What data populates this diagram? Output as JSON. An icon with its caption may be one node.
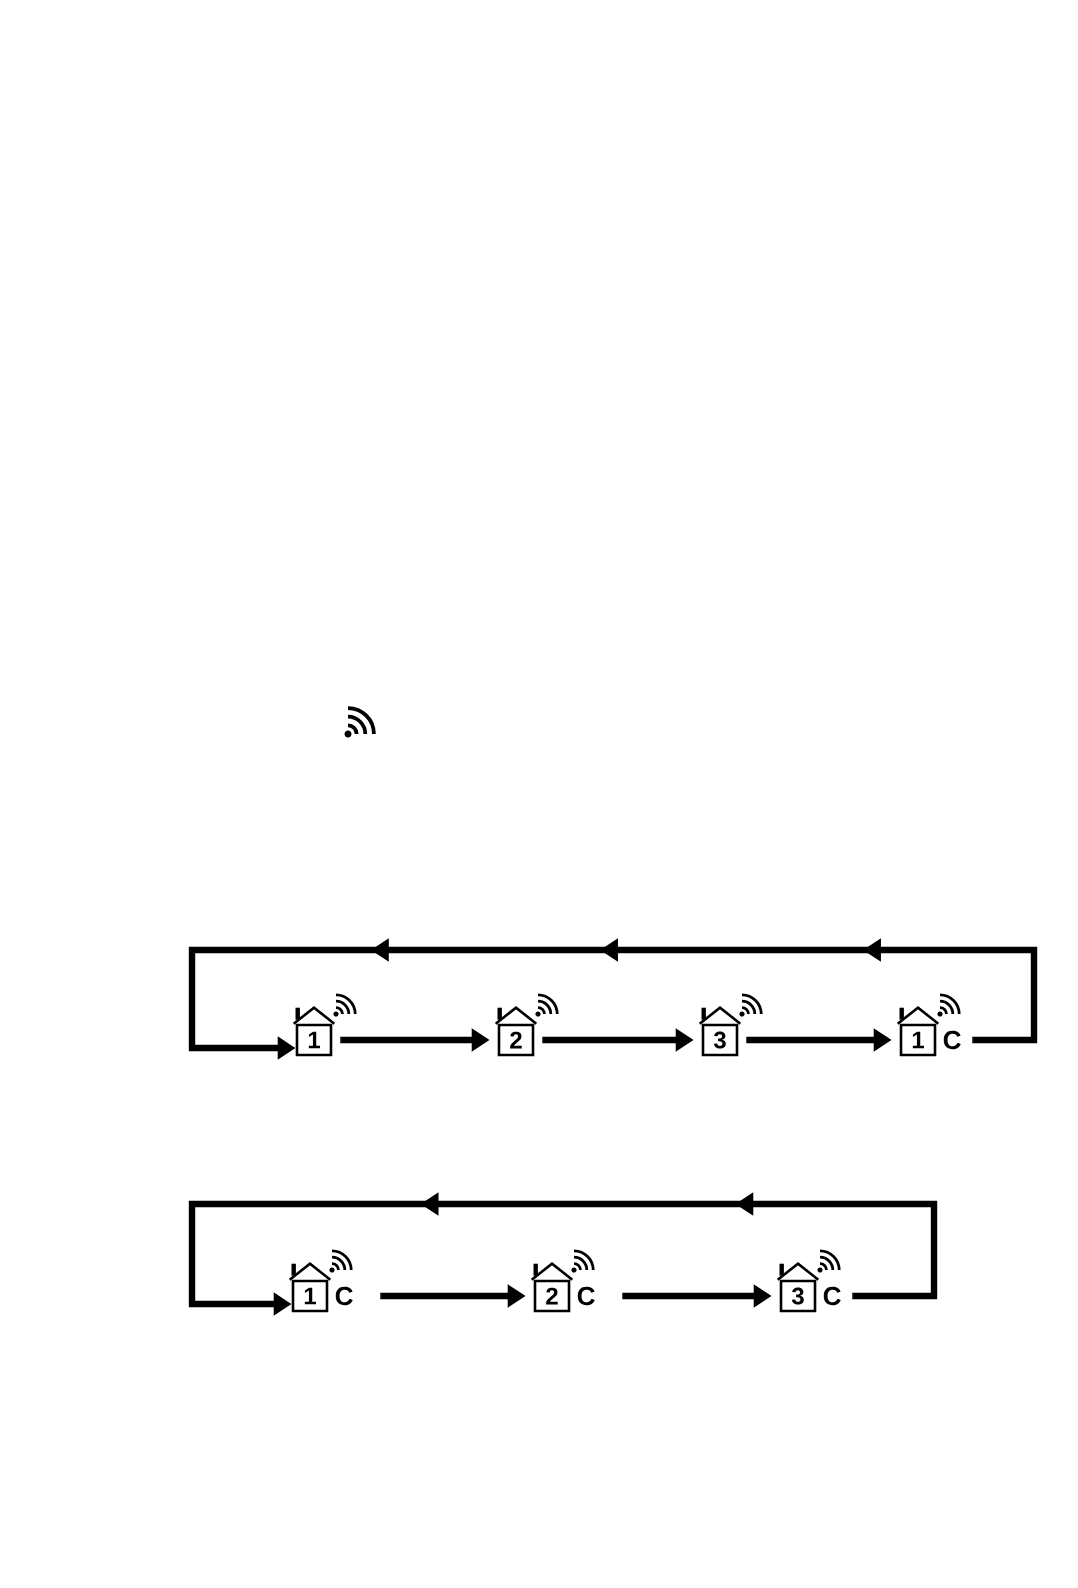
{
  "diagram": {
    "nodes": [
      {
        "text": [
          "1"
        ]
      },
      {
        "text": [
          "2"
        ]
      },
      {
        "text": [
          "3"
        ]
      },
      {
        "text": [
          "1",
          "C"
        ]
      },
      {
        "text": [
          "1",
          "C"
        ]
      },
      {
        "text": [
          "2",
          "C"
        ]
      },
      {
        "text": [
          "3",
          "C"
        ]
      }
    ],
    "edges": [
      {
        "from": 0,
        "to": 1,
        "arrow": "to"
      },
      {
        "from": 1,
        "to": 2,
        "arrow": "to"
      },
      {
        "from": 2,
        "to": 3,
        "arrow": "to"
      },
      {
        "from": 3,
        "to": 0,
        "arrow": "to"
      },
      {
        "from": 4,
        "to": 5,
        "arrow": "to"
      },
      {
        "from": 5,
        "to": 6,
        "arrow": "to"
      },
      {
        "from": 6,
        "to": 4,
        "arrow": "to"
      }
    ]
  }
}
